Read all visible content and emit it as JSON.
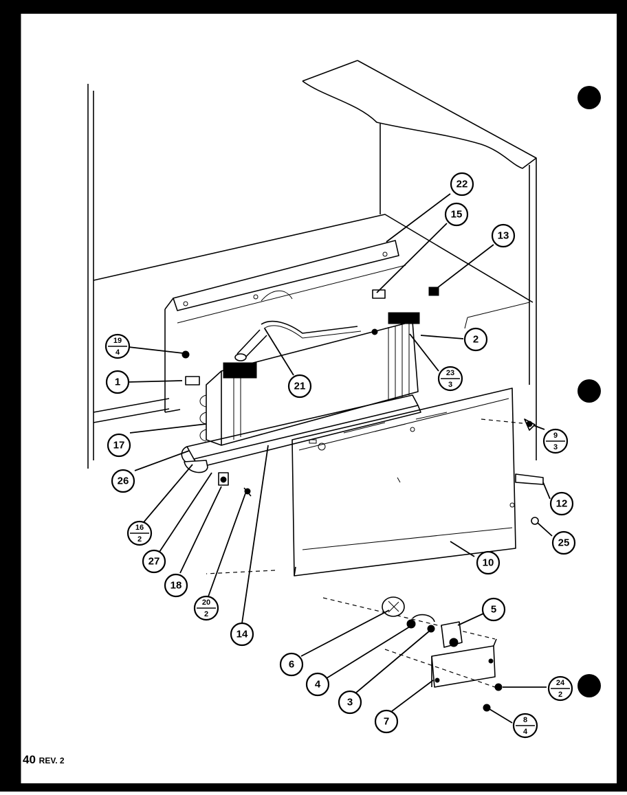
{
  "page": {
    "number": "40",
    "revision": "REV. 2"
  },
  "callouts": [
    {
      "id": "c22",
      "label": "22"
    },
    {
      "id": "c15",
      "label": "15"
    },
    {
      "id": "c13",
      "label": "13"
    },
    {
      "id": "c2",
      "label": "2"
    },
    {
      "id": "c23",
      "num": "23",
      "den": "3"
    },
    {
      "id": "c19",
      "num": "19",
      "den": "4"
    },
    {
      "id": "c1",
      "label": "1"
    },
    {
      "id": "c21",
      "label": "21"
    },
    {
      "id": "c9",
      "num": "9",
      "den": "3"
    },
    {
      "id": "c17",
      "label": "17"
    },
    {
      "id": "c26",
      "label": "26"
    },
    {
      "id": "c12",
      "label": "12"
    },
    {
      "id": "c25",
      "label": "25"
    },
    {
      "id": "c16",
      "num": "16",
      "den": "2"
    },
    {
      "id": "c27",
      "label": "27"
    },
    {
      "id": "c10",
      "label": "10"
    },
    {
      "id": "c18",
      "label": "18"
    },
    {
      "id": "c20",
      "num": "20",
      "den": "2"
    },
    {
      "id": "c14",
      "label": "14"
    },
    {
      "id": "c5",
      "label": "5"
    },
    {
      "id": "c6",
      "label": "6"
    },
    {
      "id": "c4",
      "label": "4"
    },
    {
      "id": "c3",
      "label": "3"
    },
    {
      "id": "c24",
      "num": "24",
      "den": "2"
    },
    {
      "id": "c7",
      "label": "7"
    },
    {
      "id": "c8",
      "num": "8",
      "den": "4"
    }
  ]
}
